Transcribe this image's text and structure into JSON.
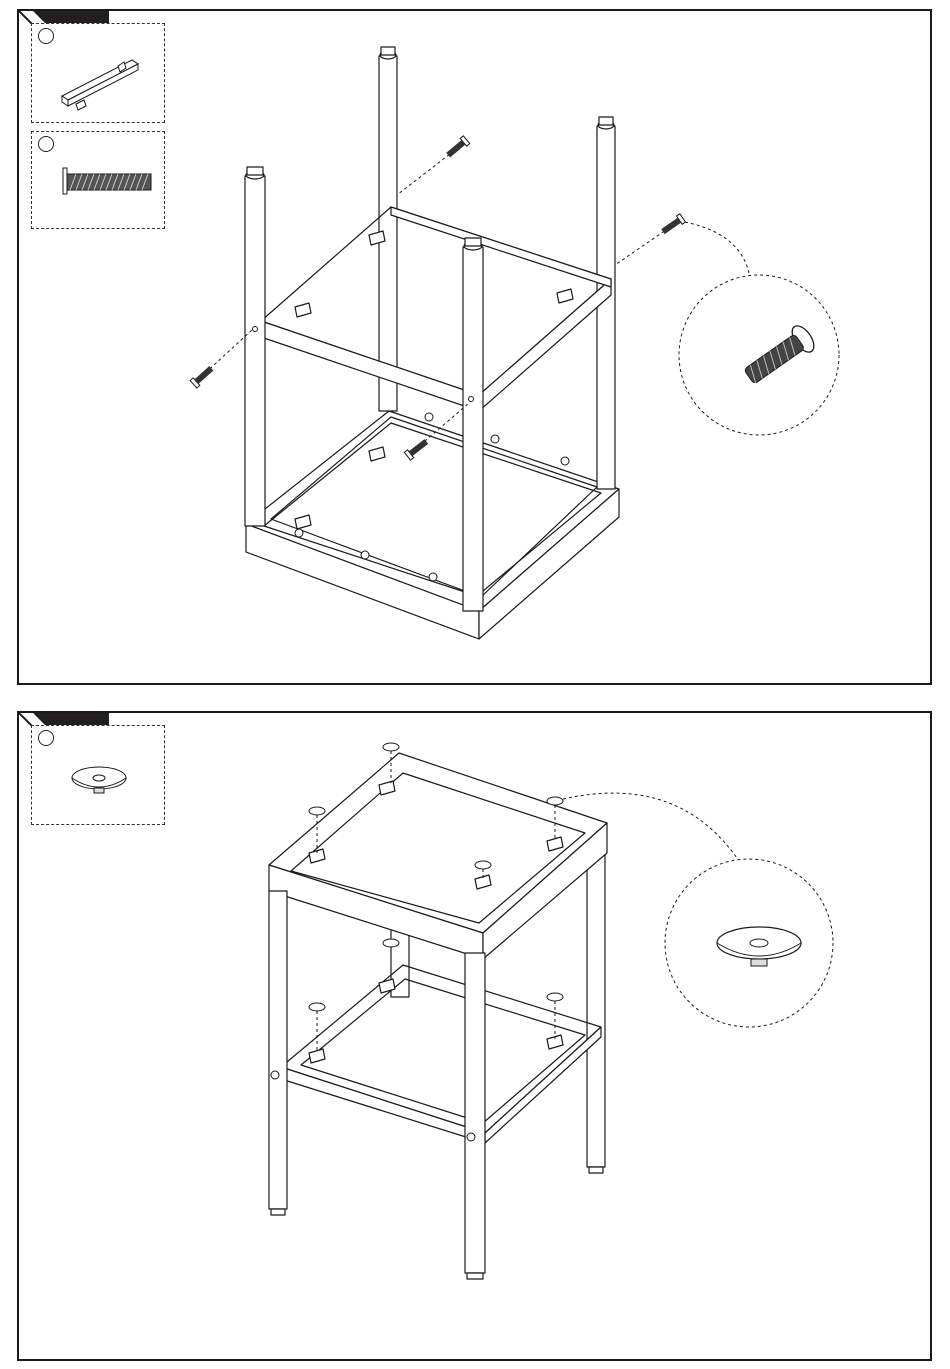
{
  "document": {
    "steps": [
      {
        "id": "step-1",
        "step_number": "",
        "parts": [
          {
            "id": "part-crossbar",
            "number": "",
            "icon": "crossbar-icon"
          },
          {
            "id": "part-bolt",
            "number": "",
            "icon": "bolt-icon"
          }
        ],
        "detail": {
          "icon": "bolt-detail-icon"
        }
      },
      {
        "id": "step-2",
        "step_number": "",
        "parts": [
          {
            "id": "part-foot-pad",
            "number": "",
            "icon": "foot-pad-icon"
          }
        ],
        "detail": {
          "icon": "foot-pad-detail-icon"
        }
      }
    ],
    "colors": {
      "line": "#1a1a1a",
      "tab": "#231f20",
      "paper": "#ffffff"
    }
  }
}
